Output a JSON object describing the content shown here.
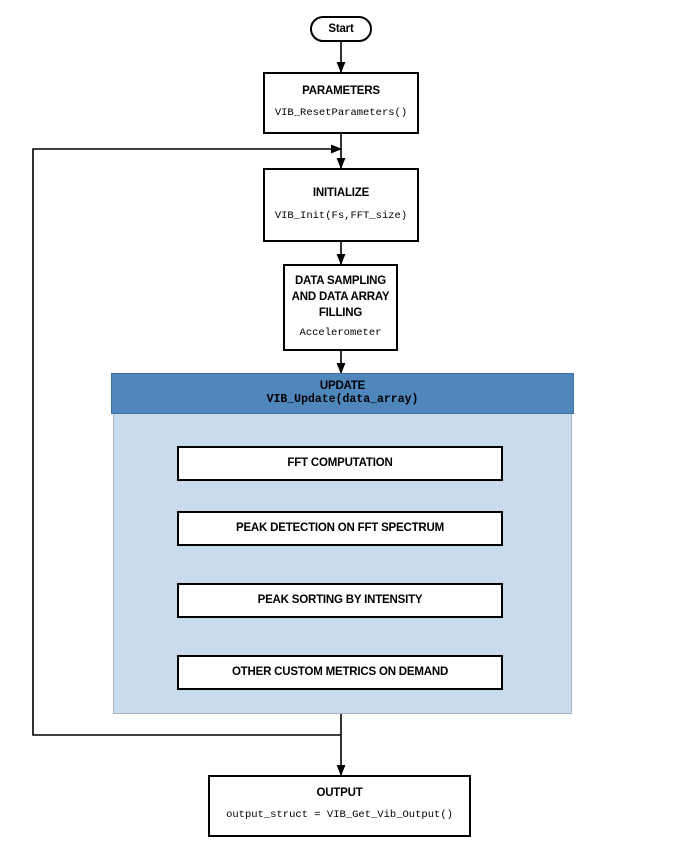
{
  "start": {
    "label": "Start"
  },
  "parameters": {
    "title": "PARAMETERS",
    "call": "VIB_ResetParameters()"
  },
  "initialize": {
    "title": "INITIALIZE",
    "call": "VIB_Init(Fs,FFT_size)"
  },
  "sampling": {
    "title": "DATA SAMPLING AND DATA ARRAY FILLING",
    "source": "Accelerometer"
  },
  "update": {
    "title": "UPDATE",
    "call": "VIB_Update(data_array)",
    "steps": [
      "FFT COMPUTATION",
      "PEAK DETECTION ON FFT SPECTRUM",
      "PEAK SORTING BY INTENSITY",
      "OTHER CUSTOM METRICS ON DEMAND"
    ]
  },
  "output": {
    "title": "OUTPUT",
    "call": "output_struct = VIB_Get_Vib_Output()"
  },
  "colors": {
    "header": "#4f87bd",
    "panel": "#c9daea",
    "stroke": "#000000"
  }
}
